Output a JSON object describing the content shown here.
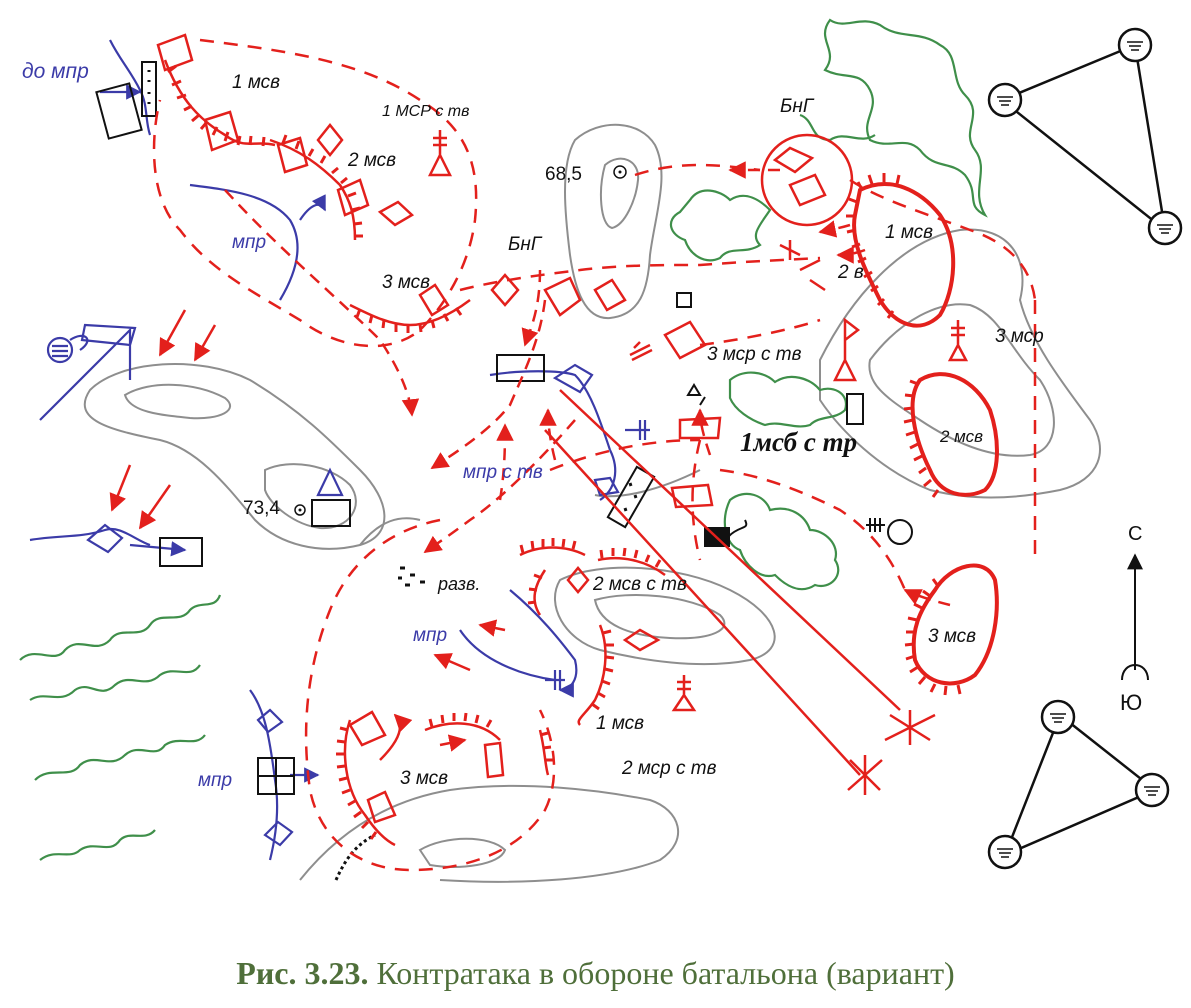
{
  "colors": {
    "friendly": "#e3201c",
    "enemy": "#3b3ba8",
    "terrain": "#8e8e8e",
    "forest": "#3f8f4a",
    "ink": "#111111",
    "caption": "#4f6f3a"
  },
  "labels": {
    "do_mpr": "до мпр",
    "l_1msv_nw": "1 мсв",
    "l_1msr_tv": "1 МСР с тв",
    "l_2msv_nw": "2 мсв",
    "l_mpr_w": "мпр",
    "l_3msv_c": "3 мсв",
    "height_685": "68,5",
    "l_bng_c": "БнГ",
    "l_bng_ne": "БнГ",
    "l_1msv_e": "1 мсв",
    "l_2v": "2 в",
    "l_3msr": "3 мср",
    "l_3msr_tv": "3 мср с тв",
    "l_1msb_tr": "1мсб с тр",
    "l_2msv_e": "2 мсв",
    "height_734": "73,4",
    "l_mpr_tv": "мпр с тв",
    "l_razv": "разв.",
    "l_2msv_tv": "2 мсв с тв",
    "l_3msv_se": "3 мсв",
    "l_mpr_s": "мпр",
    "l_mpr_sw": "мпр",
    "l_1msv_s": "1 мсв",
    "l_2msr_tv": "2 мср с тв",
    "l_3msv_sw": "3 мсв",
    "north": "С",
    "south": "Ю"
  },
  "caption": {
    "number": "Рис. 3.23.",
    "title": "Контратака в обороне батальона (вариант)"
  }
}
